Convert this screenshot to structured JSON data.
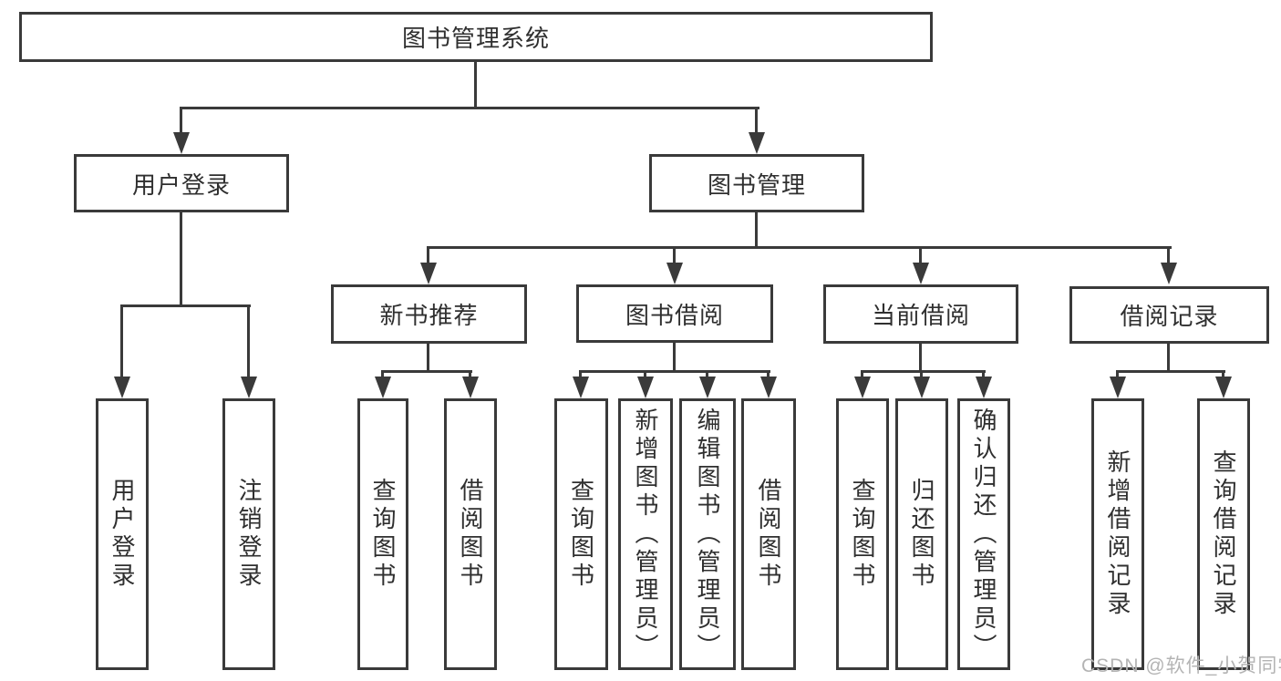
{
  "nodes": {
    "root": "图书管理系统",
    "user_login": "用户登录",
    "book_management": "图书管理",
    "login": "用户登录",
    "logout": "注销登录",
    "new_book_recommend": "新书推荐",
    "book_borrow": "图书借阅",
    "current_borrow": "当前借阅",
    "borrow_record": "借阅记录",
    "recommend_query_book": "查询图书",
    "recommend_borrow_book": "借阅图书",
    "borrow_query_book": "查询图书",
    "borrow_add_book": "新增图书（管理员）",
    "borrow_edit_book": "编辑图书（管理员）",
    "borrow_borrow_book": "借阅图书",
    "current_query_book": "查询图书",
    "current_return_book": "归还图书",
    "current_confirm_return": "确认归还（管理员）",
    "record_add": "新增借阅记录",
    "record_query": "查询借阅记录"
  },
  "watermark": {
    "text": "CSDN @软件_小贺同学"
  },
  "colors": {
    "line": "#3a3a3a",
    "box_border": "#3a3a3a",
    "text": "#2f2f2f",
    "background": "#ffffff",
    "watermark": "#b4b4b4"
  }
}
